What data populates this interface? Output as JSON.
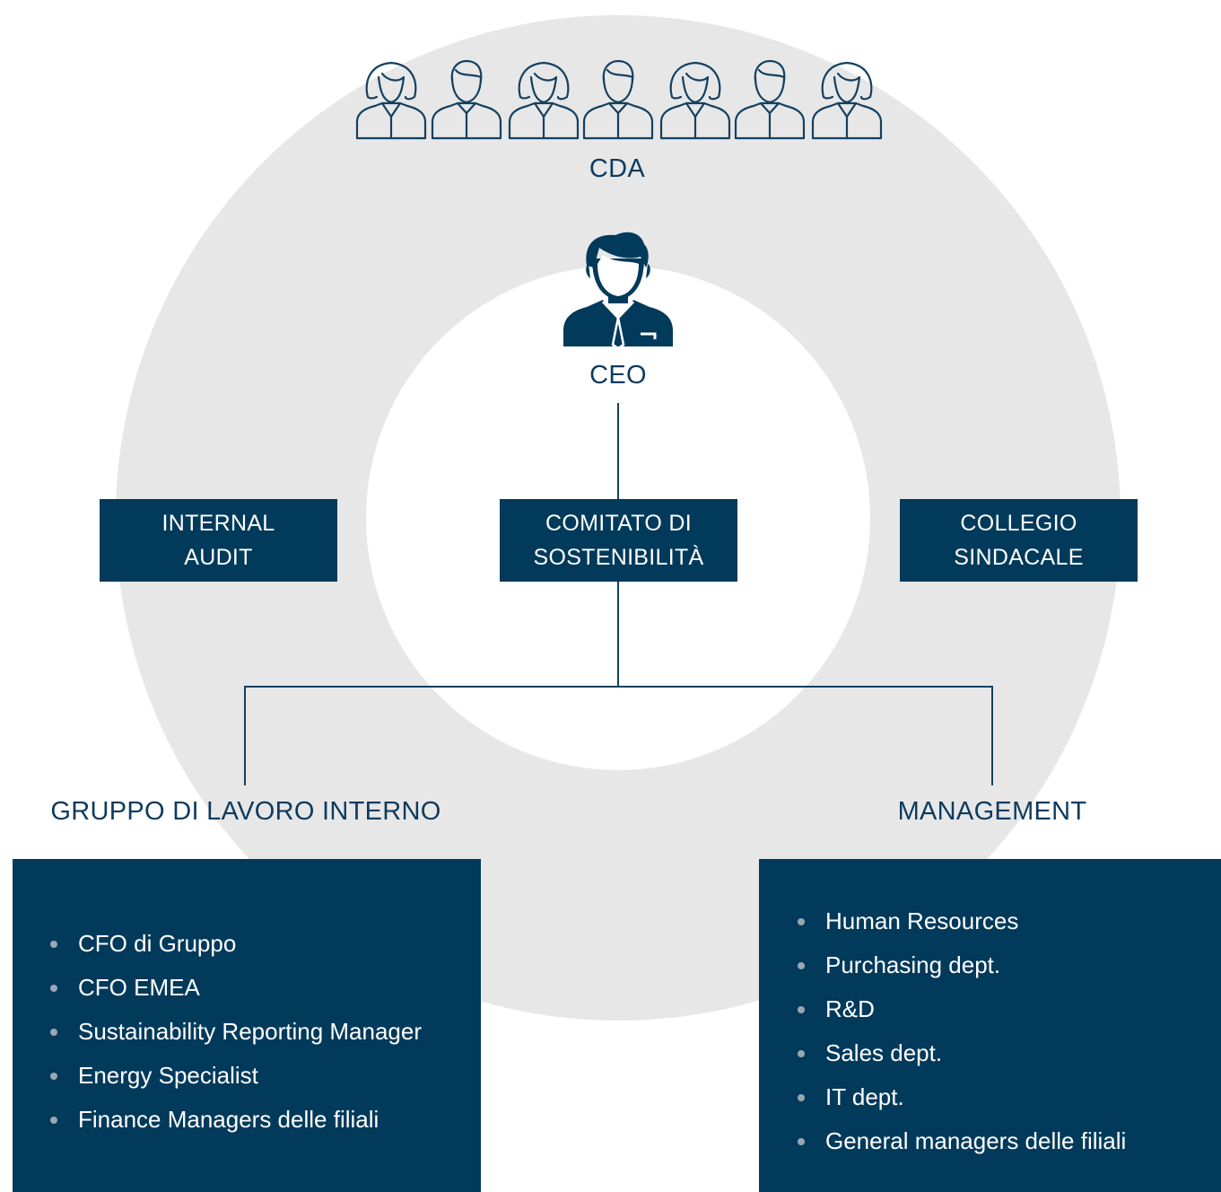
{
  "board": {
    "label": "CDA",
    "member_icons": [
      "woman-icon",
      "man-icon",
      "woman-icon",
      "man-icon",
      "woman-icon",
      "man-icon",
      "woman-icon"
    ]
  },
  "ceo": {
    "label": "CEO",
    "icon": "ceo-icon"
  },
  "boxes": {
    "internal_audit": {
      "line1": "INTERNAL",
      "line2": "AUDIT"
    },
    "committee": {
      "line1": "COMITATO DI",
      "line2": "SOSTENIBILITÀ"
    },
    "collegio": {
      "line1": "COLLEGIO",
      "line2": "SINDACALE"
    }
  },
  "groups": {
    "left": {
      "title": "GRUPPO DI LAVORO INTERNO",
      "items": [
        "CFO di Gruppo",
        "CFO EMEA",
        "Sustainability Reporting Manager",
        "Energy Specialist",
        "Finance Managers delle filiali"
      ]
    },
    "right": {
      "title": "MANAGEMENT",
      "items": [
        "Human Resources",
        "Purchasing dept.",
        "R&D",
        "Sales dept.",
        "IT dept.",
        "General managers delle filiali"
      ]
    }
  },
  "colors": {
    "navy": "#023a5b",
    "ring": "#e7e7e8",
    "text": "#0d3b5e"
  }
}
